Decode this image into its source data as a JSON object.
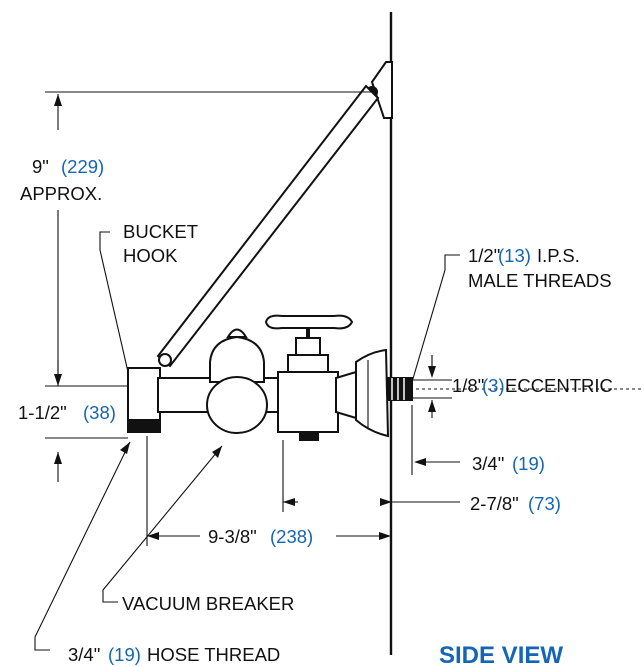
{
  "title": "SIDE VIEW",
  "labels": {
    "height": {
      "imperial": "9\"",
      "metric": "(229)",
      "note": "APPROX."
    },
    "bucket_hook": {
      "line1": "BUCKET",
      "line2": "HOOK"
    },
    "ips": {
      "imperial": "1/2\"",
      "metric": "(13)",
      "note": "I.P.S.",
      "line2": "MALE THREADS"
    },
    "eccentric": {
      "imperial": "1/8\"",
      "metric": "(3)",
      "note": "ECCENTRIC"
    },
    "spout_height": {
      "imperial": "1-1/2\"",
      "metric": "(38)"
    },
    "nipple": {
      "imperial": "3/4\"",
      "metric": "(19)"
    },
    "wall_offset": {
      "imperial": "2-7/8\"",
      "metric": "(73)"
    },
    "projection": {
      "imperial": "9-3/8\"",
      "metric": "(238)"
    },
    "vacuum_breaker": "VACUUM BREAKER",
    "hose_thread": {
      "imperial": "3/4\"",
      "metric": "(19)",
      "note": "HOSE THREAD"
    }
  },
  "colors": {
    "ink": "#111111",
    "metric": "#1565b5",
    "title": "#1565b5"
  }
}
